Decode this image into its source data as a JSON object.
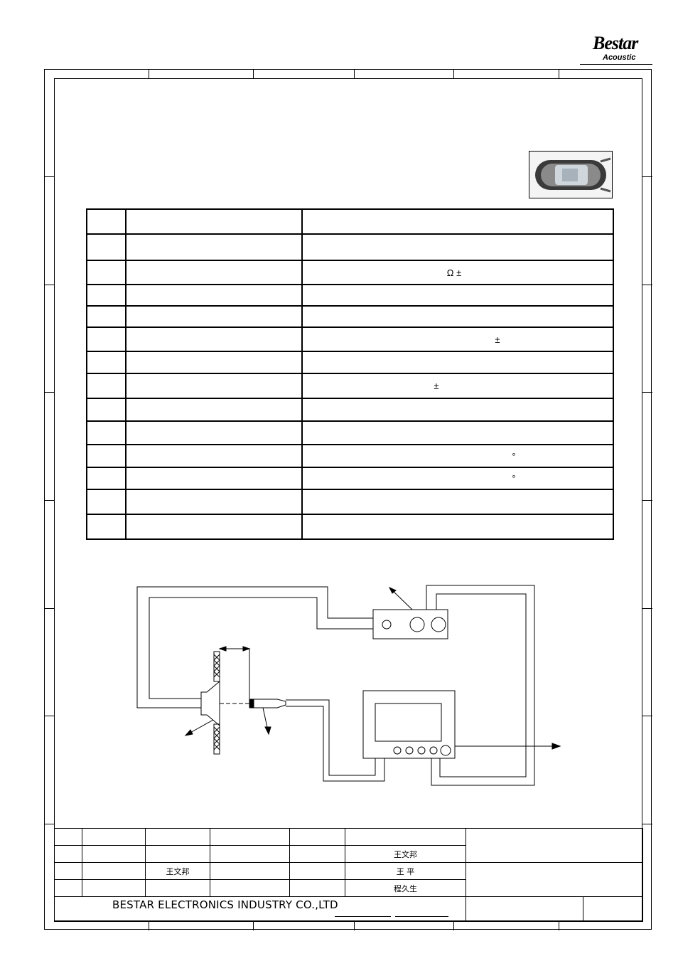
{
  "header": {
    "logo_main": "Bestar",
    "logo_sub": "Acoustic"
  },
  "spec_table": {
    "rows": [
      {
        "no": "",
        "item": "",
        "value": ""
      },
      {
        "no": "",
        "item": "",
        "value": ""
      },
      {
        "no": "",
        "item": "",
        "value": "Ω ±"
      },
      {
        "no": "",
        "item": "",
        "value": ""
      },
      {
        "no": "",
        "item": "",
        "value": ""
      },
      {
        "no": "",
        "item": "",
        "value": "±"
      },
      {
        "no": "",
        "item": "",
        "value": ""
      },
      {
        "no": "",
        "item": "",
        "value": "±"
      },
      {
        "no": "",
        "item": "",
        "value": ""
      },
      {
        "no": "",
        "item": "",
        "value": ""
      },
      {
        "no": "",
        "item": "",
        "value": "°"
      },
      {
        "no": "",
        "item": "",
        "value": "°"
      },
      {
        "no": "",
        "item": "",
        "value": ""
      },
      {
        "no": "",
        "item": "",
        "value": ""
      }
    ]
  },
  "title_block": {
    "drawn_by": "王文邦",
    "checked_by": "王  平",
    "approved_by": "程久生",
    "revision_author": "王文邦",
    "company": "BESTAR ELECTRONICS INDUSTRY CO.,LTD"
  }
}
